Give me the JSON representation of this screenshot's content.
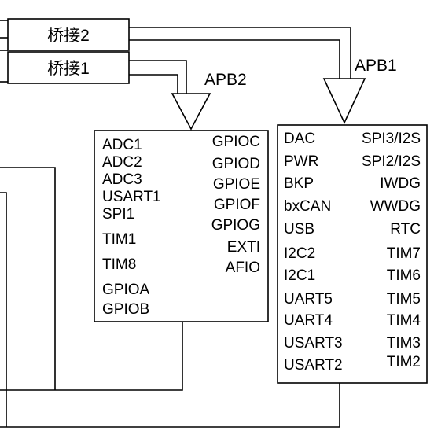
{
  "bridges": [
    {
      "label": "桥接2"
    },
    {
      "label": "桥接1"
    }
  ],
  "buses": {
    "apb2": "APB2",
    "apb1": "APB1"
  },
  "apb2_box": {
    "left_column": [
      "ADC1",
      "ADC2",
      "ADC3",
      "USART1",
      "SPI1",
      "TIM1",
      "TIM8",
      "GPIOA",
      "GPIOB"
    ],
    "right_column": [
      "GPIOC",
      "GPIOD",
      "GPIOE",
      "GPIOF",
      "GPIOG",
      "EXTI",
      "AFIO"
    ]
  },
  "apb1_box": {
    "left_column": [
      "DAC",
      "PWR",
      "BKP",
      "bxCAN",
      "USB",
      "I2C2",
      "I2C1",
      "UART5",
      "UART4",
      "USART3",
      "USART2"
    ],
    "right_column": [
      "SPI3/I2S",
      "SPI2/I2S",
      "IWDG",
      "WWDG",
      "RTC",
      "TIM7",
      "TIM6",
      "TIM5",
      "TIM4",
      "TIM3",
      "TIM2"
    ]
  }
}
